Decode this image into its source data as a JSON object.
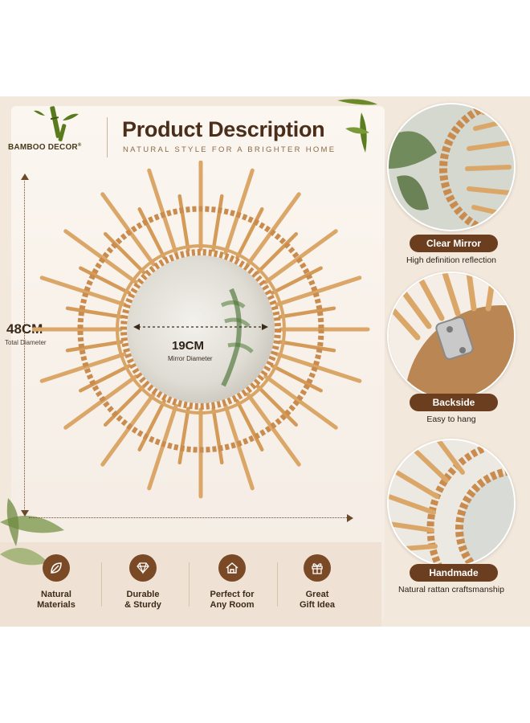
{
  "brand": {
    "name": "BAMBOO DECOR",
    "reg": "®"
  },
  "header": {
    "title": "Product Description",
    "subtitle": "NATURAL STYLE FOR A BRIGHTER HOME"
  },
  "dimensions": {
    "total": {
      "value": "48CM",
      "label": "Total Diameter"
    },
    "mirror": {
      "value": "19CM",
      "label": "Mirror Diameter"
    }
  },
  "features": [
    {
      "icon": "leaf-icon",
      "label": "Natural\nMaterials"
    },
    {
      "icon": "diamond-icon",
      "label": "Durable\n& Sturdy"
    },
    {
      "icon": "house-icon",
      "label": "Perfect for\nAny Room"
    },
    {
      "icon": "gift-icon",
      "label": "Great\nGift Idea"
    }
  ],
  "details": [
    {
      "title": "Clear Mirror",
      "caption": "High definition reflection"
    },
    {
      "title": "Backside",
      "caption": "Easy to hang"
    },
    {
      "title": "Handmade",
      "caption": "Natural rattan craftsmanship"
    }
  ],
  "colors": {
    "accent": "#6a3e1f",
    "rattan": "#d9a566",
    "background": "#f3e8dc"
  }
}
